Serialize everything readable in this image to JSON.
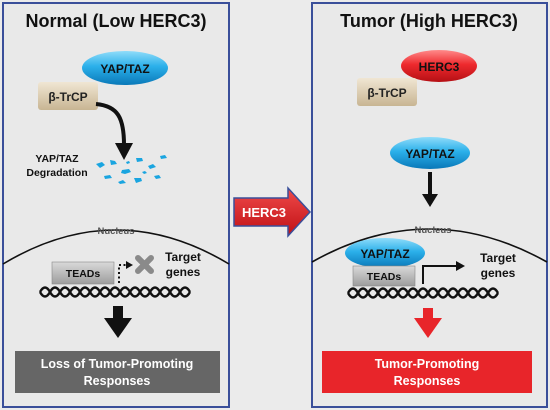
{
  "left_panel": {
    "title": "Normal (Low HERC3)",
    "yap_taz": "YAP/TAZ",
    "btrcp": "β-TrCP",
    "degradation_line1": "YAP/TAZ",
    "degradation_line2": "Degradation",
    "nucleus": "Nucleus",
    "teads": "TEADs",
    "target_line1": "Target",
    "target_line2": "genes",
    "outcome_line1": "Loss of Tumor-Promoting",
    "outcome_line2": "Responses"
  },
  "middle": {
    "arrow_label": "HERC3"
  },
  "right_panel": {
    "title": "Tumor (High HERC3)",
    "herc3": "HERC3",
    "btrcp": "β-TrCP",
    "yap_taz_cyto": "YAP/TAZ",
    "nucleus": "Nucleus",
    "yap_taz_nuc": "YAP/TAZ",
    "teads": "TEADs",
    "target_line1": "Target",
    "target_line2": "genes",
    "outcome_line1": "Tumor-Promoting",
    "outcome_line2": "Responses"
  },
  "colors": {
    "yap_taz": "#1aa5e0",
    "herc3": "#e8252a",
    "btrcp": "#d8c9ad",
    "teads": "#b5b5b5",
    "loss_box": "#666666",
    "tumor_box": "#e8252a",
    "panel_border": "#3a4f9a"
  }
}
